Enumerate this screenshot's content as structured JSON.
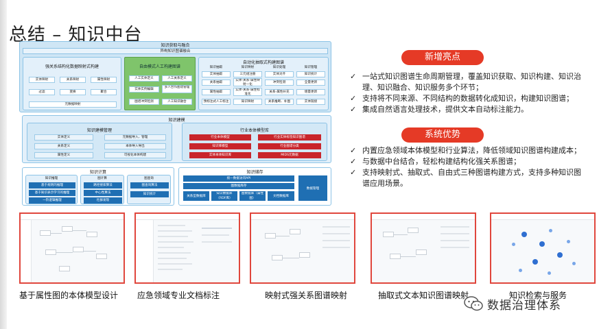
{
  "page": {
    "title": "总结 – 知识中台"
  },
  "arch": {
    "top": {
      "title": "知识获取与融合",
      "bar": "异构知识图谱融合"
    },
    "structured": {
      "title": "强关系结构化数据映射式构建",
      "cells": [
        "实体映射",
        "关系映射",
        "属性映射",
        "过滤",
        "变换",
        "聚合"
      ],
      "bottom": "元数据映射"
    },
    "freeform": {
      "title": "自由模式人工构建图谱",
      "cells": [
        "人工实体定义",
        "人工关系定义",
        "实体实例编辑",
        "多人合作图谱管理",
        "图谱冲突检测",
        "人工知识融合"
      ]
    },
    "auto": {
      "title": "自动化抽取式构建图谱",
      "cols": [
        {
          "head": "知识抽取",
          "cells": [
            "实体抽取",
            "关系抽取",
            "属性抽取",
            "预标注式人工标注"
          ]
        },
        {
          "head": "知识映射",
          "cells": [
            "三元组注册",
            "实体-关系-属性映射一化",
            "实体-关系-属性标准化",
            "知识映射"
          ]
        },
        {
          "head": "知识处理",
          "cells": [
            "实体对齐",
            "冲突检测",
            "关系-属性补充",
            "关系推断、补图"
          ]
        },
        {
          "head": "知识管理",
          "cells": [
            "知识统计",
            "全量更新",
            "增量更新",
            "实体链接"
          ]
        }
      ]
    },
    "build": {
      "title": "知识建模",
      "manage": {
        "title": "知识建模管理",
        "cells": [
          "实体定义",
          "元数据导入、管理",
          "关系定义",
          "本体导入导出",
          "属性定义",
          "可视化本体构建"
        ]
      },
      "industry": {
        "title": "行业本体模型库",
        "cells": [
          "行业本体模型",
          "行业实体标签知识图谱",
          "知识库模型",
          "行业图谱分类",
          "实体本体知识库",
          "MIDS元数据"
        ]
      }
    },
    "compute": {
      "title": "知识计算",
      "cols": [
        {
          "head": "知识推理",
          "cells": [
            "基于规则的推理",
            "基于知识表示学习的推理",
            "一阶逻辑推理"
          ]
        },
        {
          "head": "图计算",
          "cells": [
            "路径搜索算法",
            "中心性算法",
            "社群发现"
          ]
        },
        {
          "head": "图查询",
          "cells": [
            "图查询算法",
            "知识统计"
          ]
        }
      ]
    },
    "storage": {
      "title": "知识储存",
      "api": "统一数据访问API",
      "data": "图数据库存",
      "cells": [
        "关系型数据库",
        "知识数据库（RDF库）",
        "图数据库（属性图）",
        "文档数据库"
      ],
      "side": "数据管理"
    }
  },
  "sections": [
    {
      "label": "新增亮点",
      "items": [
        "一站式知识图谱生命周期管理，覆盖知识获取、知识构建、知识治理、知识融合、知识服务多个环节；",
        "支持将不同来源、不同结构的数据转化成知识，构建知识图谱；",
        "集成自然语言处理技术，提供文本自动标注能力。"
      ]
    },
    {
      "label": "系统优势",
      "items": [
        "内置应急领域本体模型和行业算法，降低领域知识图谱构建成本；",
        "与数据中台结合，轻松构建结构化强关系图谱；",
        "支持映射式、抽取式、自由式三种图谱构建方式，支持多种知识图谱应用场景。"
      ]
    }
  ],
  "screenshots": [
    {
      "caption": "基于属性图的本体模型设计"
    },
    {
      "caption": "应急领域专业文档标注"
    },
    {
      "caption": "映射式强关系图谱映射"
    },
    {
      "caption": "抽取式文本知识图谱映射"
    },
    {
      "caption": "知识检索与服务"
    }
  ],
  "brand": {
    "name": "数据治理体系"
  },
  "colors": {
    "accent_red": "#e53a26",
    "arch_blue": "#1f6fb3",
    "arch_light": "#cfe6f5",
    "arch_green": "#7fc46b",
    "arch_red": "#c9252b",
    "frame_red": "#e0463c"
  }
}
